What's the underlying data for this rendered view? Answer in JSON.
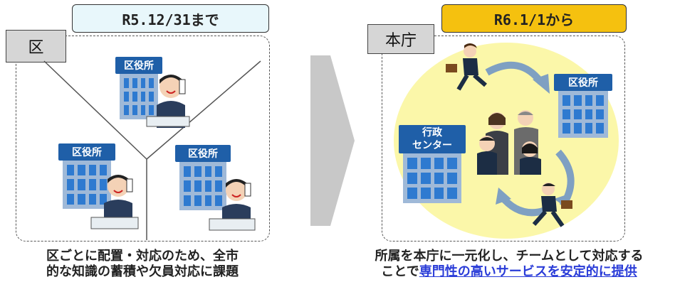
{
  "before": {
    "date_label": "R5.12/31まで",
    "area_tag": "区",
    "building_sign": "区役所",
    "caption_line1": "区ごとに配置・対応のため、全市",
    "caption_line2": "的な知識の蓄積や欠員対応に課題"
  },
  "after": {
    "date_label": "R6.1/1から",
    "area_tag": "本庁",
    "building_sign": "区役所",
    "center_sign_line1": "行政",
    "center_sign_line2": "センター",
    "caption_line1": "所属を本庁に一元化し、チームとして対応する",
    "caption_line2_plain": "ことで",
    "caption_line2_highlight": "専門性の高いサービスを安定的に提供"
  },
  "colors": {
    "before_date_bg": "#e8f7fb",
    "after_date_bg": "#f5c10f",
    "highlight_text": "#2a3cd8",
    "building_sign": "#1f5fa8",
    "circle_fill": "#fbf7a9",
    "arrow_fill": "#c8c8c8"
  },
  "icons": [
    "building-icon",
    "worker-on-phone-icon",
    "team-icon",
    "running-person-icon",
    "cycle-arrow-icon",
    "transition-arrow-icon"
  ]
}
